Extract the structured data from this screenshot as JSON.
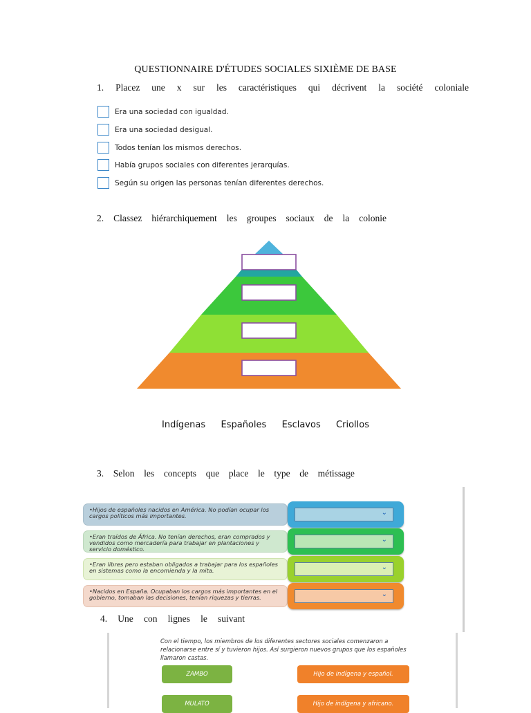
{
  "title": "QUESTIONNAIRE D'ÉTUDES SOCIALES SIXIÈME DE BASE",
  "q1": {
    "words": [
      "1.",
      "Placez",
      "une",
      "x",
      "sur",
      "les",
      "caractéristiques",
      "qui",
      "décrivent",
      "la",
      "société",
      "coloniale"
    ],
    "options": [
      "Era una sociedad con igualdad.",
      "Era una sociedad desigual.",
      "Todos tenían los mismos derechos.",
      "Había grupos sociales con diferentes jerarquías.",
      "Según su origen las personas tenían diferentes derechos."
    ]
  },
  "q2": {
    "words": [
      "2.",
      "Classez",
      "hiérarchiquement",
      "les",
      "groupes",
      "sociaux",
      "de",
      "la",
      "colonie"
    ],
    "terms": [
      "Indígenas",
      "Españoles",
      "Esclavos",
      "Criollos"
    ],
    "colors": {
      "top": "#4fb3dc",
      "second": "#23a6a0",
      "third": "#3cc83c",
      "fourth": "#8fe035",
      "base": "#f08a2e"
    }
  },
  "q3": {
    "words": [
      "3.",
      "Selon",
      "les",
      "concepts",
      "que",
      "place",
      "le",
      "type",
      "de",
      "métissage"
    ],
    "rows": [
      {
        "text": "•Hijos de españoles nacidos en América. No podían ocupar los cargos políticos más importantes.",
        "bg": "#b9cfdc",
        "border": "#a9bfcc",
        "accent": "#3fa9d8",
        "fill": "#a9d3e4"
      },
      {
        "text": "•Eran traídos de África. No tenían derechos, eran comprados y vendidos como mercadería para trabajar en plantaciones y servicio doméstico.",
        "bg": "#cfe8cf",
        "border": "#bcd7bc",
        "accent": "#2dbf52",
        "fill": "#b9e6b5"
      },
      {
        "text": "•Eran libres pero estaban obligados a trabajar para los españoles en sistemas como la encomienda y la mita.",
        "bg": "#e8f3d6",
        "border": "#cfe3b0",
        "accent": "#9ad12d",
        "fill": "#dbefb4"
      },
      {
        "text": "•Nacidos en España. Ocupaban los cargos más importantes en el gobierno, tomaban las decisiones, tenían riquezas y tierras.",
        "bg": "#f4d9cc",
        "border": "#e6c2b0",
        "accent": "#f08a2e",
        "fill": "#f7c9a6"
      }
    ]
  },
  "q4": {
    "words": [
      "4.",
      "Une",
      "con",
      "lignes",
      "le",
      "suivant"
    ],
    "intro": "Con el tiempo, los miembros de los diferentes sectores sociales comenzaron a relacionarse entre sí y tuvieron hijos. Así surgieron nuevos grupos que los españoles llamaron castas.",
    "left": [
      "ZAMBO",
      "MULATO"
    ],
    "right": [
      "Hijo de indígena y español.",
      "Hijo de indígena y africano."
    ],
    "colors": {
      "left": "#7cb342",
      "right": "#f0812a"
    }
  }
}
